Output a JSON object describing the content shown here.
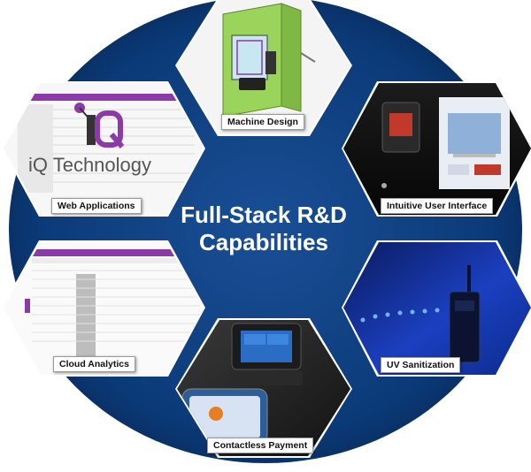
{
  "center": {
    "title_line1": "Full-Stack R&D",
    "title_line2": "Capabilities"
  },
  "segments": [
    {
      "key": "machine_design",
      "label": "Machine Design"
    },
    {
      "key": "web_applications",
      "label": "Web Applications"
    },
    {
      "key": "intuitive_user_interface",
      "label": "Intuitive User Interface"
    },
    {
      "key": "cloud_analytics",
      "label": "Cloud Analytics"
    },
    {
      "key": "uv_sanitization",
      "label": "UV Sanitization"
    },
    {
      "key": "contactless_payment",
      "label": "Contactless Payment"
    }
  ],
  "logo": {
    "brand": "iQ Technology"
  },
  "colors": {
    "ring_blue": "#0b3a78",
    "ring_dark": "#082a5a",
    "accent_purple": "#8c3aa8",
    "uv_blue": "#1b4fd8"
  },
  "icons": [
    "vending-machine-cad-icon",
    "iq-logo-icon",
    "touchscreen-kiosk-icon",
    "analytics-table-icon",
    "uv-light-icon",
    "card-reader-icon"
  ]
}
